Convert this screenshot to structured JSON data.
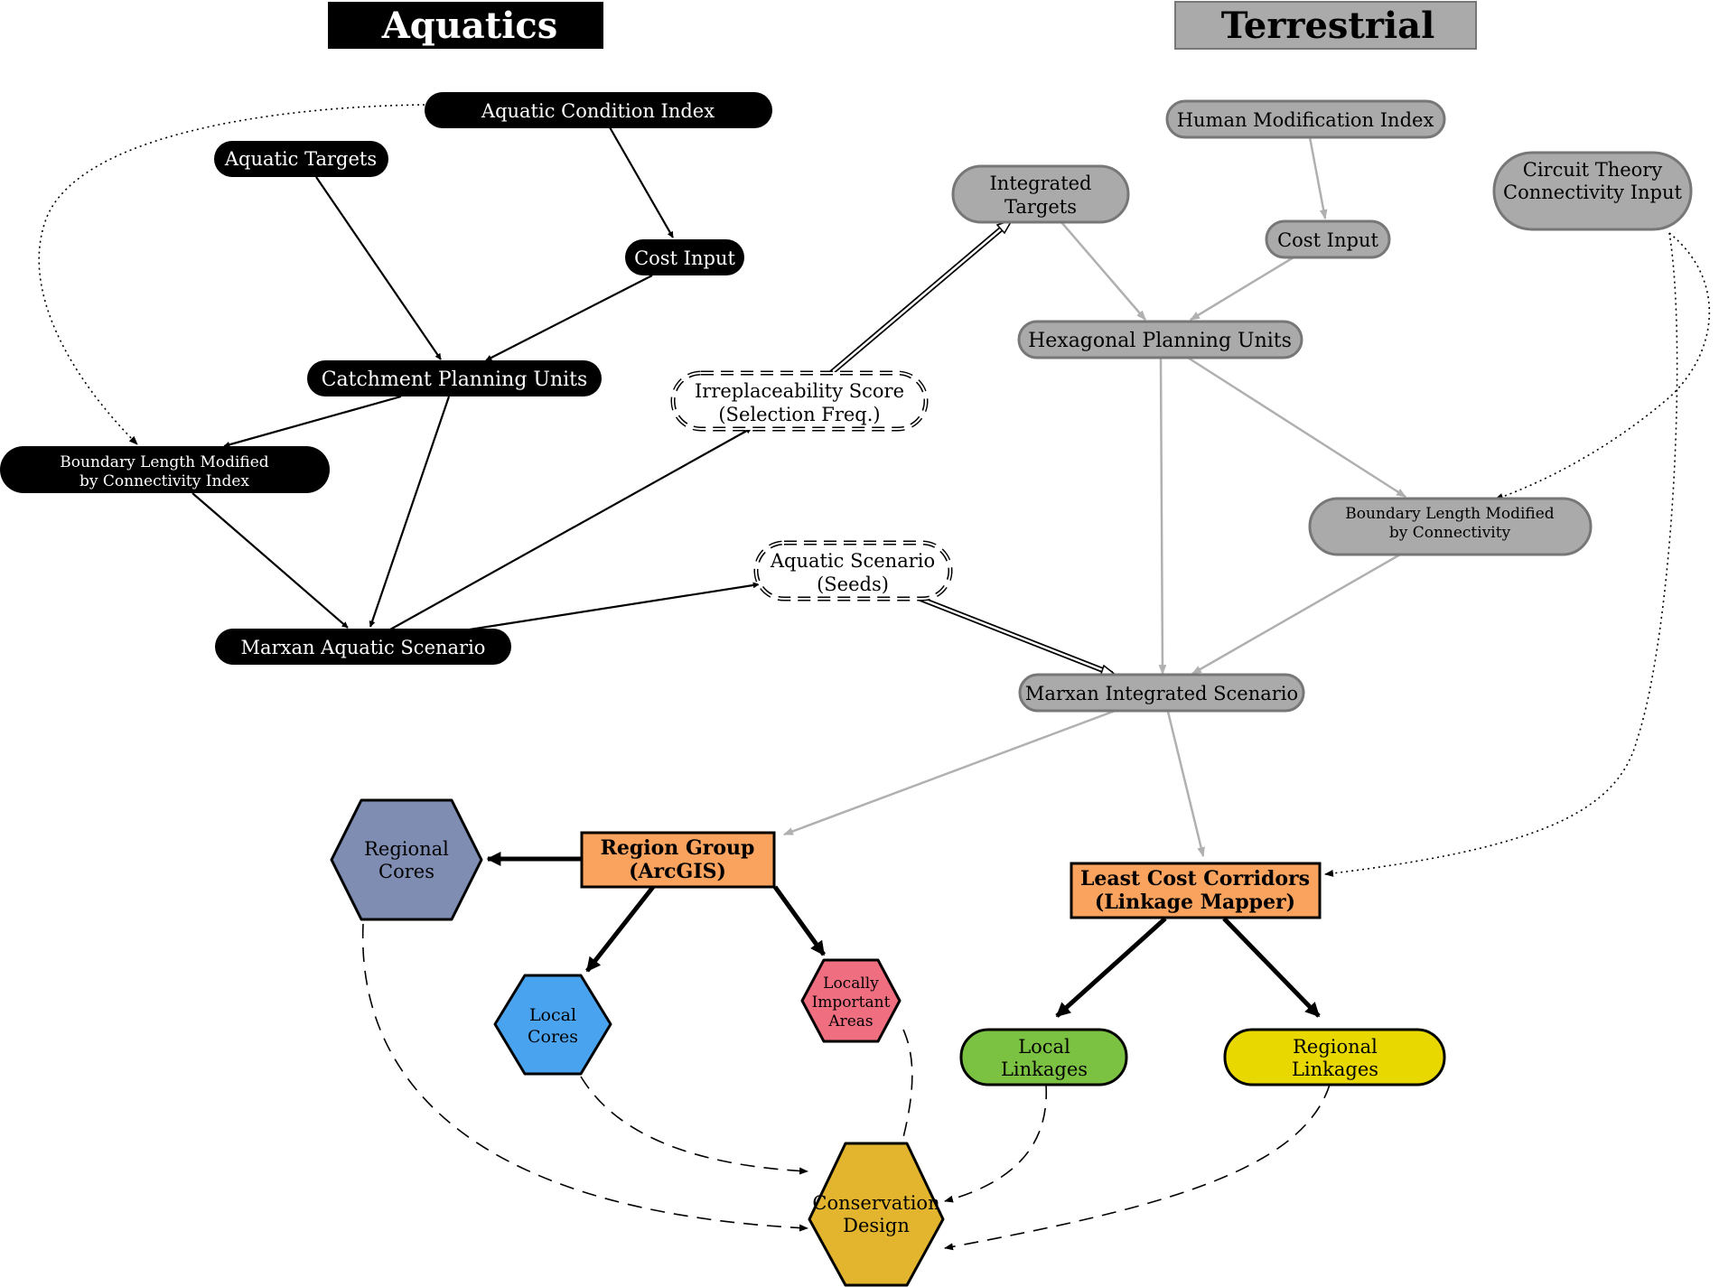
{
  "headers": {
    "aquatics": "Aquatics",
    "terrestrial": "Terrestrial"
  },
  "nodes": {
    "aquatic_condition_index": "Aquatic Condition Index",
    "aquatic_targets": "Aquatic Targets",
    "aquatic_cost_input": "Cost Input",
    "catchment_planning_units": "Catchment Planning Units",
    "boundary_length_aquatic": [
      "Boundary Length Modified",
      "by Connectivity Index"
    ],
    "marxan_aquatic_scenario": "Marxan Aquatic Scenario",
    "irreplaceability_score": [
      "Irreplaceability Score",
      "(Selection Freq.)"
    ],
    "aquatic_scenario_seeds": [
      "Aquatic Scenario",
      "(Seeds)"
    ],
    "integrated_targets": [
      "Integrated",
      "Targets"
    ],
    "human_modification_index": "Human Modification Index",
    "terrestrial_cost_input": "Cost Input",
    "circuit_theory": [
      "Circuit Theory",
      "Connectivity Input"
    ],
    "hexagonal_planning_units": "Hexagonal Planning Units",
    "boundary_length_terrestrial": [
      "Boundary Length Modified",
      "by Connectivity"
    ],
    "marxan_integrated_scenario": "Marxan Integrated Scenario",
    "region_group": [
      "Region Group",
      "(ArcGIS)"
    ],
    "least_cost_corridors": [
      "Least Cost Corridors",
      "(Linkage Mapper)"
    ],
    "regional_cores": [
      "Regional",
      "Cores"
    ],
    "local_cores": [
      "Local",
      "Cores"
    ],
    "locally_important_areas": [
      "Locally",
      "Important",
      "Areas"
    ],
    "local_linkages": [
      "Local",
      "Linkages"
    ],
    "regional_linkages": [
      "Regional",
      "Linkages"
    ],
    "conservation_design": [
      "Conservation",
      "Design"
    ]
  },
  "colors": {
    "aquatic_node": "#000000",
    "terrestrial_node": "#aaaaaa",
    "terrestrial_edge": "#b0b0b0",
    "process_box": "#f9a35f",
    "regional_cores": "#7f8db3",
    "local_cores": "#4aa3ee",
    "locally_important_areas": "#ef6f80",
    "local_linkages": "#7cc242",
    "regional_linkages": "#e8d800",
    "conservation_design": "#e3b52f"
  }
}
